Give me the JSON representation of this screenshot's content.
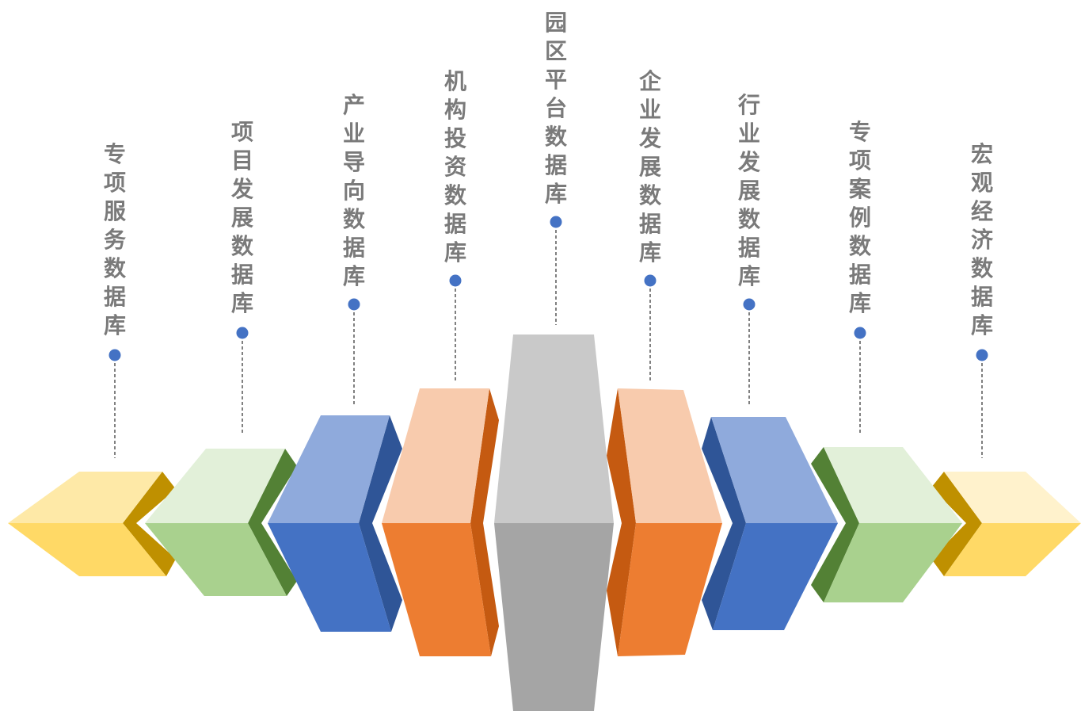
{
  "databases": [
    {
      "label": "专项服务数据库",
      "colors": {
        "top": "#FEE9A7",
        "front": "#FFD966",
        "side": "#BF9000"
      }
    },
    {
      "label": "项目发展数据库",
      "colors": {
        "top": "#E2F0D9",
        "front": "#A9D18E",
        "side": "#538135"
      }
    },
    {
      "label": "产业导向数据库",
      "colors": {
        "top": "#8FAADC",
        "front": "#4472C4",
        "side": "#2F5597"
      }
    },
    {
      "label": "机构投资数据库",
      "colors": {
        "top": "#F8CBAD",
        "front": "#ED7D31",
        "side": "#C55A11"
      }
    },
    {
      "label": "园区平台数据库",
      "colors": {
        "top": "#C9C9C9",
        "front": "#A5A5A5",
        "side": "#7F7F7F"
      }
    },
    {
      "label": "企业发展数据库",
      "colors": {
        "top": "#F8CBAD",
        "front": "#ED7D31",
        "side": "#C55A11"
      }
    },
    {
      "label": "行业发展数据库",
      "colors": {
        "top": "#8FAADC",
        "front": "#4472C4",
        "side": "#2F5597"
      }
    },
    {
      "label": "专项案例数据库",
      "colors": {
        "top": "#E2F0D9",
        "front": "#A9D18E",
        "side": "#538135"
      }
    },
    {
      "label": "宏观经济数据库",
      "colors": {
        "top": "#FFF2CC",
        "front": "#FFD966",
        "side": "#BF9000"
      }
    }
  ],
  "dot_color": "#4472C4",
  "dash_color": "#808080"
}
